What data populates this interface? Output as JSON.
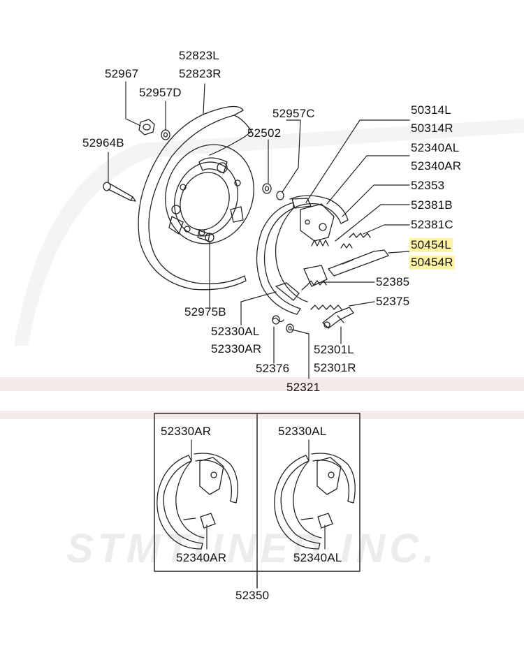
{
  "watermark": "STMTUNED INC.",
  "colors": {
    "line": "#222222",
    "highlight": "#fff3a6",
    "watermark": "#e8e8e8",
    "band": "#f6e6e6"
  },
  "labels": {
    "p52823L": "52823L",
    "p52823R": "52823R",
    "p52967": "52967",
    "p52957D": "52957D",
    "p52964B": "52964B",
    "p52957C": "52957C",
    "p52502": "52502",
    "p50314L": "50314L",
    "p50314R": "50314R",
    "p52340AL": "52340AL",
    "p52340AR": "52340AR",
    "p52353": "52353",
    "p52381B": "52381B",
    "p52381C": "52381C",
    "p50454L": "50454L",
    "p50454R": "50454R",
    "p52385": "52385",
    "p52375": "52375",
    "p52975B": "52975B",
    "p52330AL": "52330AL",
    "p52330AR": "52330AR",
    "p52376": "52376",
    "p52301L": "52301L",
    "p52301R": "52301R",
    "p52321": "52321",
    "box_left_top": "52330AR",
    "box_left_bottom": "52340AR",
    "box_right_top": "52330AL",
    "box_right_bottom": "52340AL",
    "p52350": "52350"
  }
}
